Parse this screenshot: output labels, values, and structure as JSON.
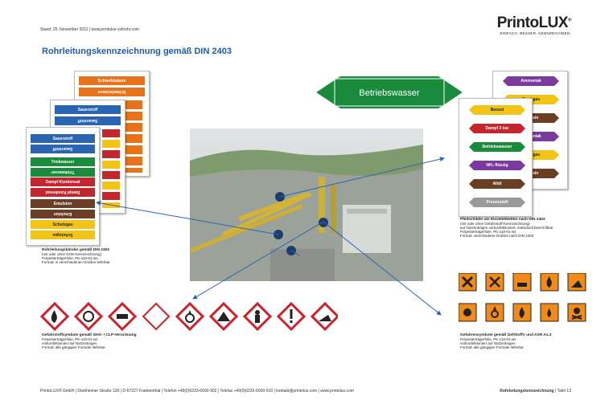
{
  "header": {
    "stand": "Stand: 25. November 2011 | www.printolux-vollrohr.com"
  },
  "logo": {
    "brand": "PrintoLUX",
    "reg": "®",
    "slogan": "EINFACH. BESSER. KENNZEICHNEN."
  },
  "title": "Rohrleitungskennzeichnung gemäß DIN 2403",
  "banner": {
    "label": "Betriebswasser",
    "color": "#1a8a3c"
  },
  "left_cards": {
    "back": [
      {
        "label": "Schwefelsäure",
        "color": "#e8731a"
      },
      {
        "label": "Schwefelsäure",
        "color": "#e8731a"
      }
    ],
    "middle": [
      {
        "label": "Sauerstoff",
        "color": "#2a65b2"
      },
      {
        "label": "Sauerstoff",
        "color": "#2a65b2"
      }
    ],
    "front": [
      {
        "label": "Sauerstoff",
        "color": "#2a65b2"
      },
      {
        "label": "Trinkwasser",
        "color": "#1a8a3c"
      },
      {
        "label": "Dampf Kondensat",
        "color": "#c4262e"
      },
      {
        "label": "Emulsion",
        "color": "#6b3f26"
      },
      {
        "label": "Schutzgas",
        "color": "#f2c417"
      }
    ]
  },
  "left_caption": {
    "title": "Rohrleitungsbänder gemäß DIN 2403",
    "lines": [
      "(mit oder ohne GHS-Kennzeichnung)",
      "Polyesterträgerfolie, PK-110-01-ws",
      "Format: in verschiedenen Größen lieferbar"
    ]
  },
  "right_card_front": [
    {
      "label": "Benzol",
      "color": "#f2c417",
      "text": "#222"
    },
    {
      "label": "Dampf 3 bar",
      "color": "#c4262e",
      "text": "#fff"
    },
    {
      "label": "Betriebswasser",
      "color": "#1a8a3c",
      "text": "#fff"
    },
    {
      "label": "NH₃ flüssig",
      "color": "#7b3b9c",
      "text": "#fff"
    },
    {
      "label": "Altöl",
      "color": "#6b3f26",
      "text": "#fff"
    },
    {
      "label": "Prozessluft",
      "color": "#9a9a9a",
      "text": "#fff"
    }
  ],
  "right_card_back": [
    {
      "label": "Ammoniak",
      "color": "#7b3b9c"
    },
    {
      "label": "Stachgas",
      "color": "#f2c417"
    },
    {
      "label": "Kerosin",
      "color": "#6b3f26"
    },
    {
      "label": "Ammoniak",
      "color": "#7b3b9c"
    },
    {
      "label": "Stachgas",
      "color": "#f2c417"
    },
    {
      "label": "Kerosin",
      "color": "#6b3f26"
    }
  ],
  "right_caption": {
    "title": "Pfeilschilder als Einzeletiketten nach DIN 2403",
    "lines": [
      "(mit oder ohne Gefahrstoff-Kennzeichnung)",
      "auf Nutzenbögen vorkonfektioniert, individuell beschriftbar",
      "Polyesterträgerfolie, PK-110-01-ws",
      "Format: verschiedene Größen nach DIN 2403"
    ]
  },
  "ghs_caption": {
    "title": "Gefahrstoffsymbole gemäß GHS- / CLP-Verordnung",
    "lines": [
      "Polyesterträgerfolie, PK-110-01-ws",
      "vorkonfektioniert auf Nutzenbögen",
      "Format: alle gängigen Formate lieferbar"
    ]
  },
  "hazard_caption": {
    "title": "Gefahrensymbole gemäß GefStoffV und ASR A1.3",
    "lines": [
      "Polyesterträgerfolie, PK-110-01-ws",
      "vorkonfektioniert auf Nutzenbögen",
      "Format: alle gängigen Formate lieferbar"
    ]
  },
  "footer": {
    "left": "PrintoLUX® GmbH | Dürkheimer Straße 130 | D-67227 Frankenthal | Telefon +49(0)6233-6000-902 | Telefax +49(0)6233-6000-910 | kontakt@printolux.com | www.printolux.com",
    "right_bold": "Rohrleitungskennzeichnung",
    "right": "| Tafel 13"
  }
}
